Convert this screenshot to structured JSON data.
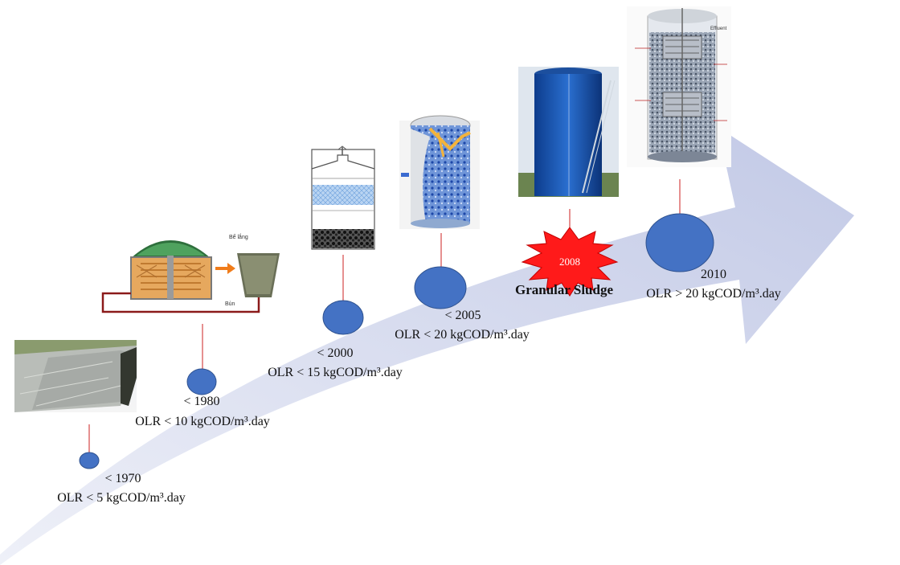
{
  "milestones": [
    {
      "year": "< 1970",
      "olr": "OLR < 5 kgCOD/m³.day"
    },
    {
      "year": "< 1980",
      "olr": "OLR < 10 kgCOD/m³.day"
    },
    {
      "year": "< 2000",
      "olr": "OLR < 15 kgCOD/m³.day"
    },
    {
      "year": "< 2005",
      "olr": "OLR < 20 kgCOD/m³.day"
    },
    {
      "year": "2010",
      "olr": "OLR > 20 kgCOD/m³.day"
    }
  ],
  "event": {
    "year": "2008",
    "label": "Granular Sludge"
  },
  "digester_labels": {
    "settling_tank": "Bể lắng",
    "sludge": "Bùn"
  },
  "effluent_label": "Effluent",
  "colors": {
    "arrow": "#c9cfe8",
    "dot": "#4472c4",
    "dot_stroke": "#2f528f",
    "star": "#ff1a1a",
    "line": "#cc2222"
  }
}
